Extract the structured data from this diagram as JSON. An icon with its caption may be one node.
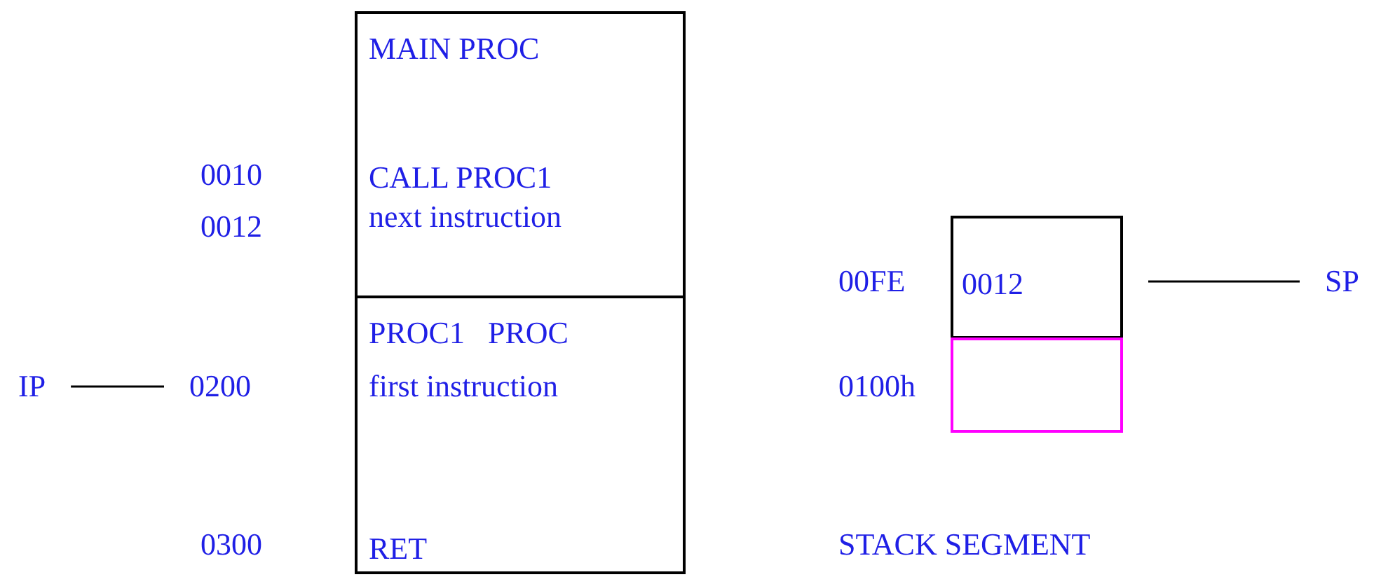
{
  "diagram": {
    "nodes": [
      {
        "text": [
          "MAIN PROC",
          "CALL PROC1",
          "next instruction"
        ]
      },
      {
        "text": [
          "PROC1   PROC",
          "first instruction",
          "RET"
        ]
      },
      {
        "text": [
          "IP"
        ]
      },
      {
        "text": [
          "0200"
        ]
      },
      {
        "text": [
          "0012"
        ]
      },
      {
        "text": [],
        "shape": "box"
      },
      {
        "text": [
          "SP"
        ]
      }
    ],
    "edges": [
      {
        "from": 2,
        "to": 3,
        "arrow": "none"
      },
      {
        "from": 4,
        "to": 6,
        "arrow": "none"
      }
    ],
    "labels": [
      "0010",
      "0012",
      "00FE",
      "0100h",
      "0300",
      "STACK SEGMENT"
    ]
  }
}
